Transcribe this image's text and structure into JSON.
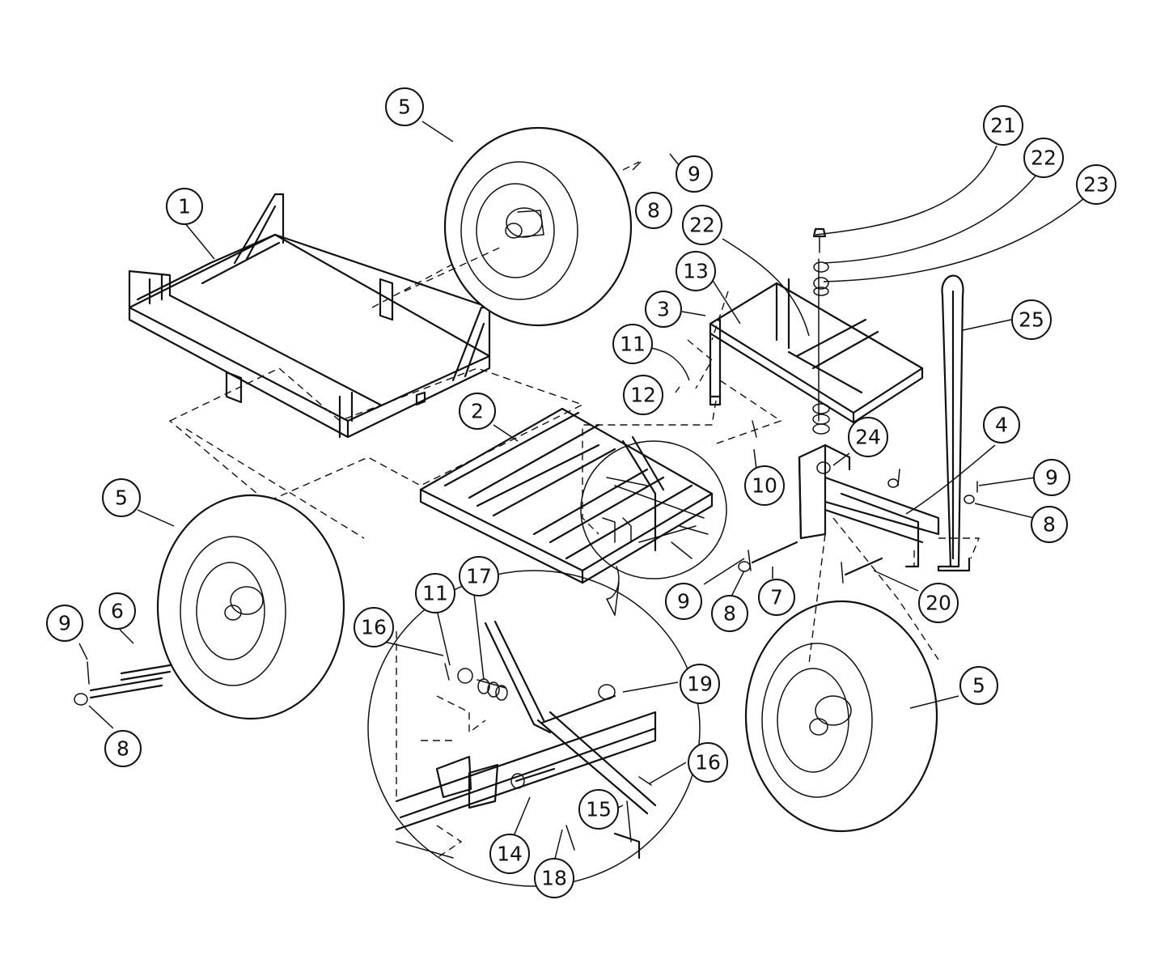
{
  "callouts": [
    {
      "id": "c1",
      "label": "1"
    },
    {
      "id": "c2",
      "label": "2"
    },
    {
      "id": "c3",
      "label": "3"
    },
    {
      "id": "c4",
      "label": "4"
    },
    {
      "id": "c5a",
      "label": "5"
    },
    {
      "id": "c5b",
      "label": "5"
    },
    {
      "id": "c5c",
      "label": "5"
    },
    {
      "id": "c6",
      "label": "6"
    },
    {
      "id": "c7",
      "label": "7"
    },
    {
      "id": "c8a",
      "label": "8"
    },
    {
      "id": "c8b",
      "label": "8"
    },
    {
      "id": "c8c",
      "label": "8"
    },
    {
      "id": "c8d",
      "label": "8"
    },
    {
      "id": "c9a",
      "label": "9"
    },
    {
      "id": "c9b",
      "label": "9"
    },
    {
      "id": "c9c",
      "label": "9"
    },
    {
      "id": "c9d",
      "label": "9"
    },
    {
      "id": "c10",
      "label": "10"
    },
    {
      "id": "c11a",
      "label": "11"
    },
    {
      "id": "c11b",
      "label": "11"
    },
    {
      "id": "c12",
      "label": "12"
    },
    {
      "id": "c13",
      "label": "13"
    },
    {
      "id": "c14",
      "label": "14"
    },
    {
      "id": "c15",
      "label": "15"
    },
    {
      "id": "c16a",
      "label": "16"
    },
    {
      "id": "c16b",
      "label": "16"
    },
    {
      "id": "c17",
      "label": "17"
    },
    {
      "id": "c18",
      "label": "18"
    },
    {
      "id": "c19",
      "label": "19"
    },
    {
      "id": "c20",
      "label": "20"
    },
    {
      "id": "c21",
      "label": "21"
    },
    {
      "id": "c22a",
      "label": "22"
    },
    {
      "id": "c22b",
      "label": "22"
    },
    {
      "id": "c23",
      "label": "23"
    },
    {
      "id": "c24",
      "label": "24"
    },
    {
      "id": "c25",
      "label": "25"
    }
  ]
}
